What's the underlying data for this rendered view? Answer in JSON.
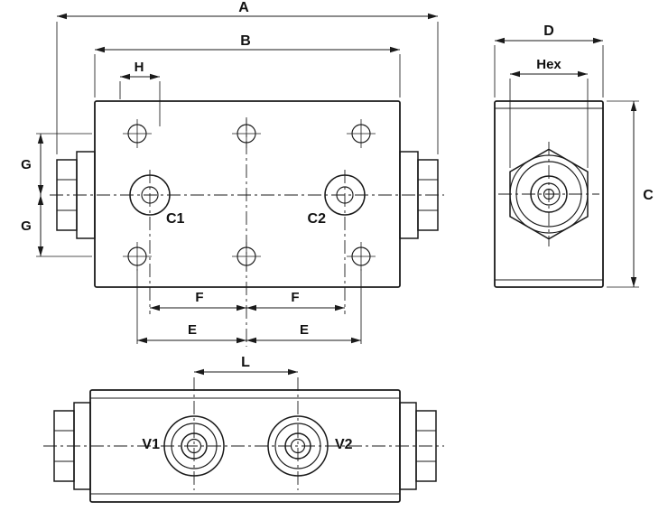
{
  "colors": {
    "line": "#1a1a1a",
    "background": "#ffffff"
  },
  "views": {
    "front": {
      "dims": {
        "a": "A",
        "b": "B",
        "h": "H",
        "g_upper": "G",
        "g_lower": "G",
        "f_left": "F",
        "f_right": "F",
        "e_left": "E",
        "e_right": "E"
      },
      "ports": {
        "c1": "C1",
        "c2": "C2"
      }
    },
    "side": {
      "dims": {
        "d": "D",
        "hex": "Hex",
        "c": "C"
      }
    },
    "bottom": {
      "dims": {
        "l": "L"
      },
      "ports": {
        "v1": "V1",
        "v2": "V2"
      }
    }
  }
}
